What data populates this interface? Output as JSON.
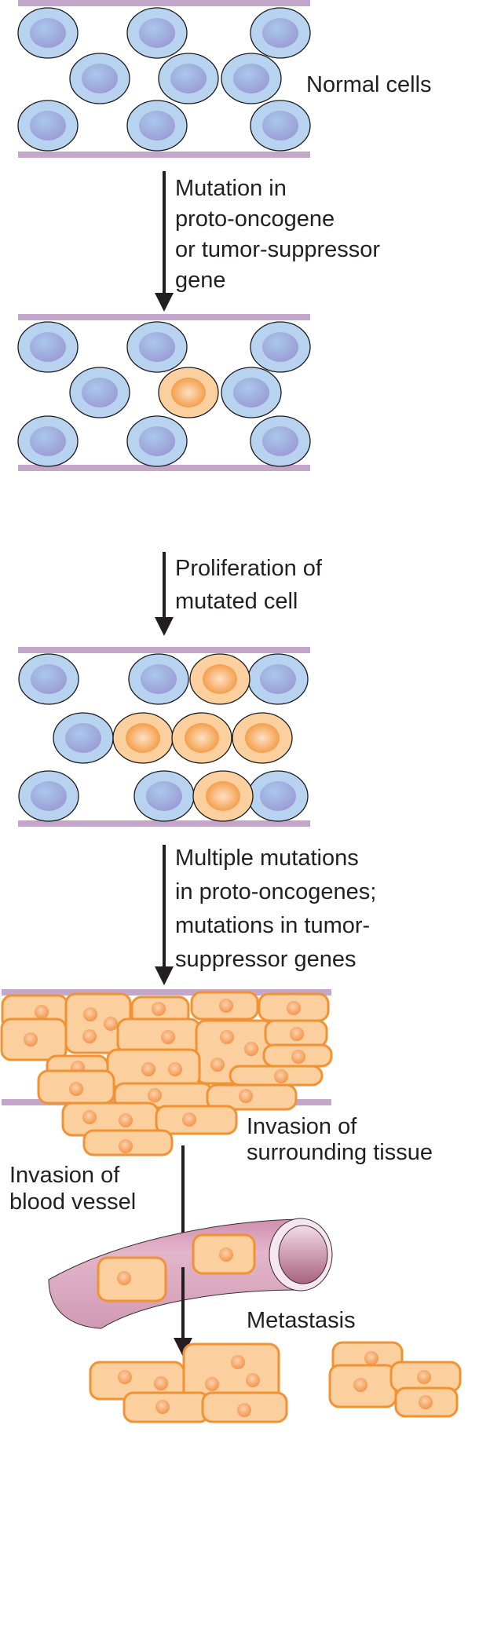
{
  "labels": {
    "normal_cells": "Normal cells",
    "step1": [
      "Mutation in",
      "proto-oncogene",
      "or tumor-suppressor",
      "gene"
    ],
    "step2": [
      "Proliferation of",
      "mutated cell"
    ],
    "step3": [
      "Multiple mutations",
      "in proto-oncogenes;",
      "mutations in tumor-",
      "suppressor genes"
    ],
    "invasion_tissue": [
      "Invasion of",
      "surrounding tissue"
    ],
    "invasion_vessel": [
      "Invasion of",
      "blood vessel"
    ],
    "metastasis": "Metastasis"
  },
  "colors": {
    "basement_membrane": "#c3a6c9",
    "normal_cell": "#b7d3ef",
    "normal_nucleus": "#9aa6da",
    "mutated_cell": "#fbd09e",
    "mutated_outline": "#f29233",
    "mutated_nucleus": "#f6a159",
    "vessel": "#d59db5",
    "arrow": "#231f20"
  }
}
